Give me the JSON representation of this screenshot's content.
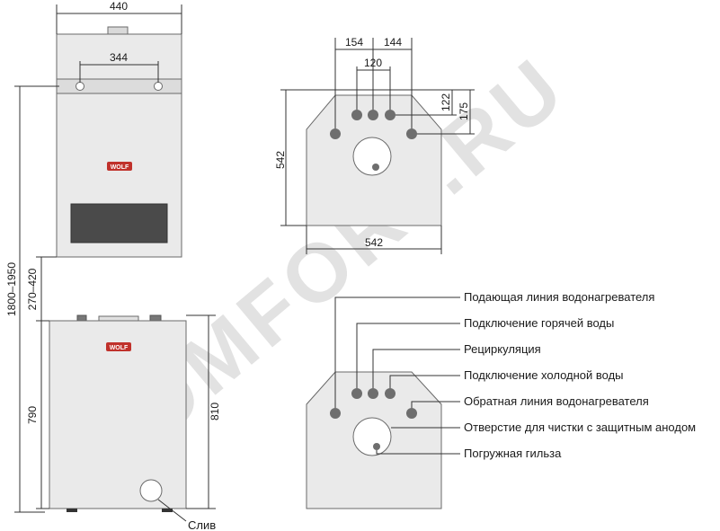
{
  "watermark": "KOMFORT.RU",
  "brand": "WOLF",
  "dimensions": {
    "boiler_width": "440",
    "mount_spacing": "344",
    "total_height": "1800–1950",
    "gap_height": "270–420",
    "tank_height_left": "790",
    "tank_height_right": "810",
    "spacing_left": "154",
    "spacing_right": "144",
    "spacing_middle": "120",
    "offset_top_1": "122",
    "offset_top_2": "175",
    "top_depth": "542",
    "top_width": "542"
  },
  "drain_label": "Слив",
  "legend": [
    "Подающая линия водонагревателя",
    "Подключение горячей воды",
    "Рециркуляция",
    "Подключение холодной воды",
    "Обратная линия водонагревателя",
    "Отверстие для чистки с защитным анодом",
    "Погружная гильза"
  ],
  "colors": {
    "body_fill": "#eaeaea",
    "body_stroke": "#6a6a6a",
    "port_fill": "#6e6e6e",
    "window_fill": "#4a4a4a"
  }
}
